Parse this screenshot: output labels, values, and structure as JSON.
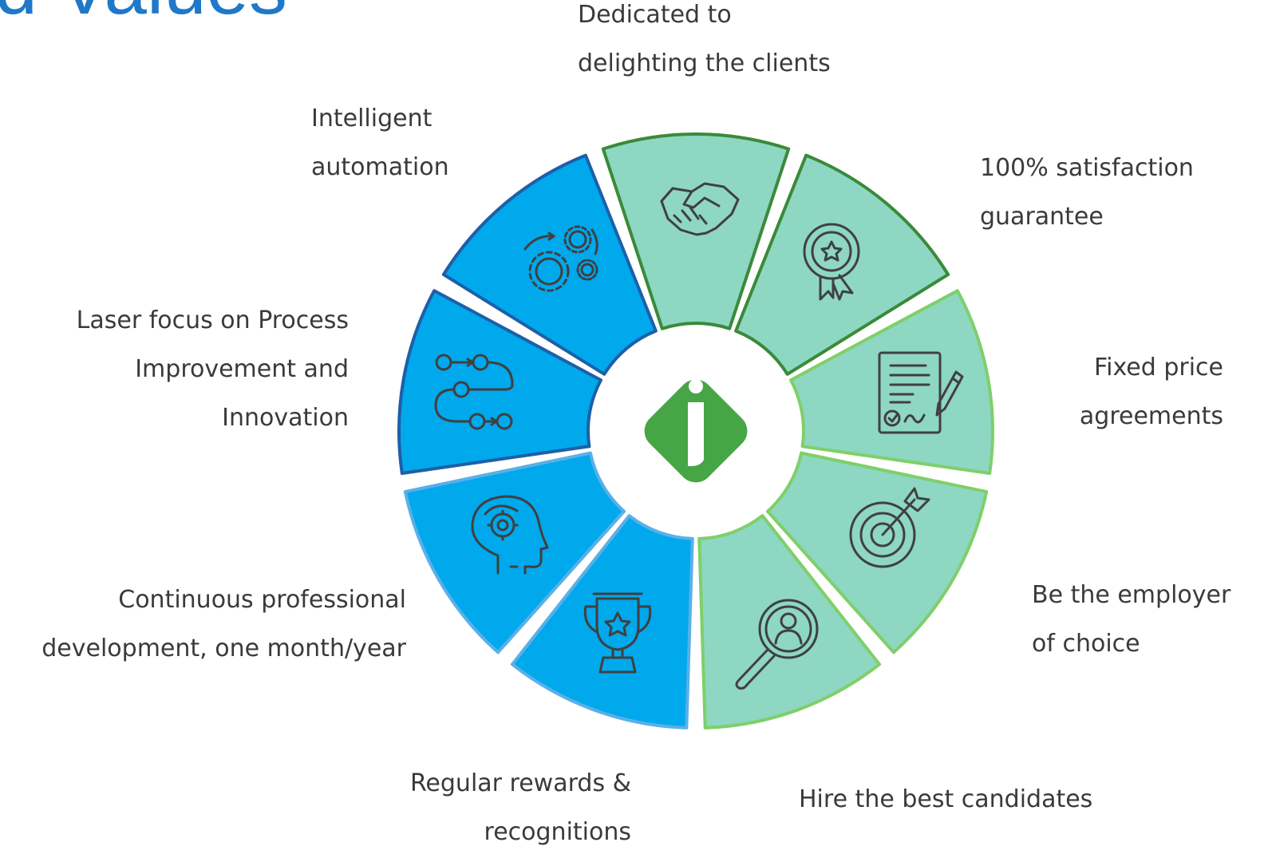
{
  "title": "d Values",
  "colors": {
    "blue_fill": "#00a8ec",
    "blue_stroke_dark": "#1e5fa8",
    "blue_stroke_light": "#5ab0e8",
    "green_fill": "#8ed7c2",
    "green_stroke_dark": "#3a8a3a",
    "green_stroke_light": "#7fcf6a",
    "logo_green": "#46a645",
    "text": "#3a3a3a",
    "title": "#1f78c8"
  },
  "values": [
    {
      "id": "delighting-clients",
      "lines": [
        "Dedicated to",
        "delighting the clients"
      ],
      "icon": "handshake-icon"
    },
    {
      "id": "satisfaction-guarantee",
      "lines": [
        "100% satisfaction",
        "guarantee"
      ],
      "icon": "award-ribbon-icon"
    },
    {
      "id": "fixed-price",
      "lines": [
        "Fixed price",
        "agreements"
      ],
      "icon": "contract-signing-icon"
    },
    {
      "id": "employer-of-choice",
      "lines": [
        "Be the employer",
        "of choice"
      ],
      "icon": "target-icon"
    },
    {
      "id": "best-candidates",
      "lines": [
        "Hire the best candidates"
      ],
      "icon": "candidate-search-icon"
    },
    {
      "id": "rewards",
      "lines": [
        "Regular rewards &",
        "recognitions"
      ],
      "icon": "trophy-icon"
    },
    {
      "id": "professional-development",
      "lines": [
        "Continuous professional",
        "development, one month/year"
      ],
      "icon": "head-gear-icon"
    },
    {
      "id": "process-improvement",
      "lines": [
        "Laser focus on  Process",
        "Improvement and",
        "Innovation"
      ],
      "icon": "process-flow-icon"
    },
    {
      "id": "automation",
      "lines": [
        "Intelligent",
        "automation"
      ],
      "icon": "gears-icon"
    }
  ],
  "center_logo": "company-logo-icon"
}
